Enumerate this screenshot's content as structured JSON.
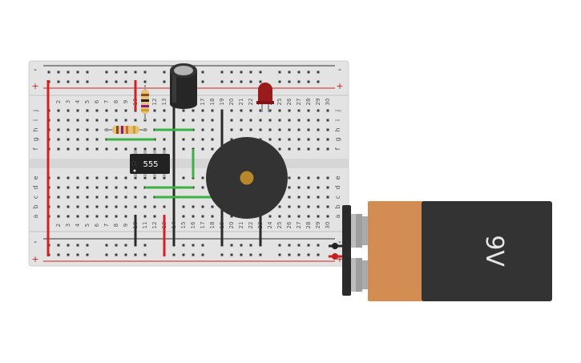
{
  "breadboard": {
    "rail_minus": "-",
    "rail_plus": "+",
    "row_letters_top": [
      "j",
      "i",
      "h",
      "g",
      "f"
    ],
    "row_letters_bottom": [
      "e",
      "d",
      "c",
      "b",
      "a"
    ],
    "columns": [
      "2",
      "3",
      "4",
      "5",
      "6",
      "7",
      "8",
      "9",
      "10",
      "11",
      "12",
      "13",
      "14",
      "15",
      "16",
      "17",
      "18",
      "19",
      "20",
      "21",
      "22",
      "23",
      "24",
      "25",
      "26",
      "27",
      "28",
      "29",
      "30"
    ]
  },
  "ic": {
    "label": "555"
  },
  "battery": {
    "label": "9V",
    "colors": {
      "body": "#333333",
      "band": "#d38c51",
      "terminal": "#bdbdbd"
    }
  },
  "colors": {
    "board": "#e2e2e2",
    "rail_red": "#cc2222",
    "wire_red": "#d42020",
    "wire_green": "#3cb043",
    "wire_black": "#2a2a2a",
    "led": "#9a1b1b",
    "buzzer": "#333333",
    "buzzer_center": "#b8862b"
  }
}
